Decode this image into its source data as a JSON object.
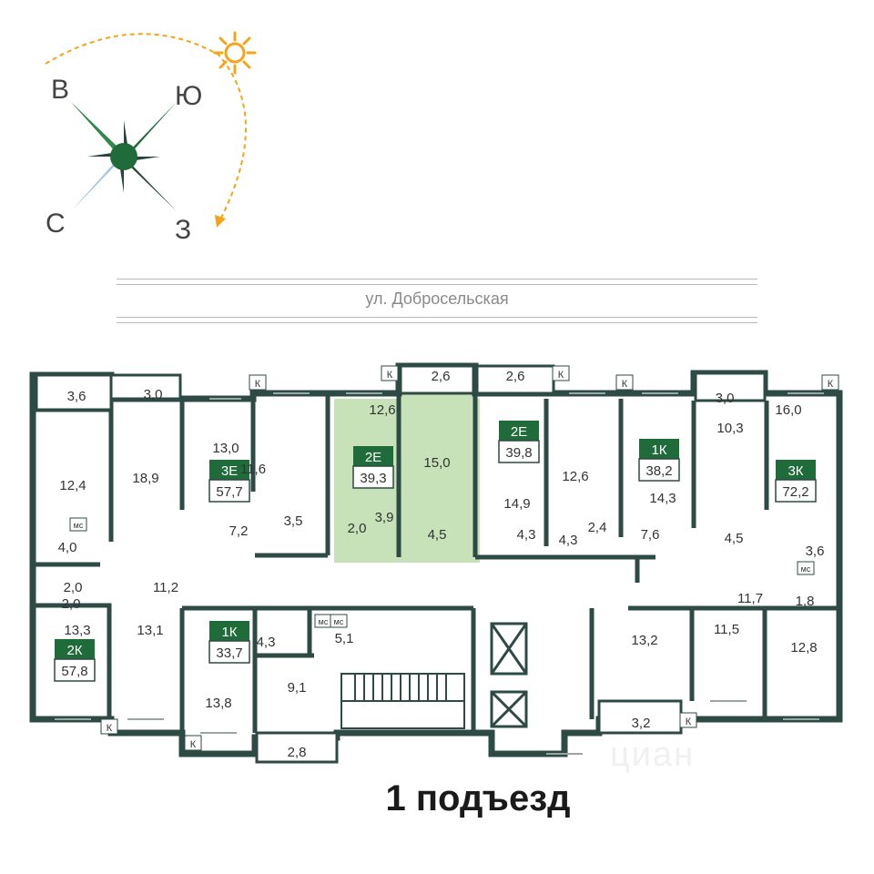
{
  "compass": {
    "labels": {
      "north": "С",
      "south": "Ю",
      "east": "В",
      "west": "З"
    },
    "colors": {
      "green": "#1f6b3a",
      "blue": "#9fc6e8",
      "sun": "#f4a416",
      "dark": "#27453a"
    }
  },
  "street": {
    "name": "ул. Добросельская"
  },
  "title": "1 подъезд",
  "watermark": "циан",
  "colors": {
    "wall": "#2e4a45",
    "apartment_badge": "#1f6b3a",
    "highlight": "#c7e1b8",
    "line": "#9aa6a3"
  },
  "apartments": [
    {
      "id": "a1",
      "code": "3Е",
      "area": "57,7"
    },
    {
      "id": "a2",
      "code": "2Е",
      "area": "39,3"
    },
    {
      "id": "a3",
      "code": "2Е",
      "area": "39,8"
    },
    {
      "id": "a4",
      "code": "1К",
      "area": "38,2"
    },
    {
      "id": "a5",
      "code": "3К",
      "area": "72,2"
    },
    {
      "id": "a6",
      "code": "2К",
      "area": "57,8"
    },
    {
      "id": "a7",
      "code": "1К",
      "area": "33,7"
    }
  ],
  "rooms": [
    "3,6",
    "3,0",
    "2,6",
    "2,6",
    "3,0",
    "16,0",
    "12,6",
    "13,0",
    "18,9",
    "11,6",
    "15,0",
    "12,4",
    "10,3",
    "14,9",
    "12,6",
    "14,3",
    "3,9",
    "2,0",
    "7,2",
    "3,5",
    "4,5",
    "4,3",
    "4,3",
    "2,4",
    "7,6",
    "4,5",
    "4,0",
    "2,0",
    "3,6",
    "11,2",
    "11,7",
    "1,8",
    "2,0",
    "13,3",
    "13,1",
    "4,3",
    "5,1",
    "13,2",
    "11,5",
    "12,8",
    "9,1",
    "13,8",
    "3,2",
    "2,8"
  ],
  "markers": {
    "balcony": "К",
    "bathroom": "мс"
  }
}
